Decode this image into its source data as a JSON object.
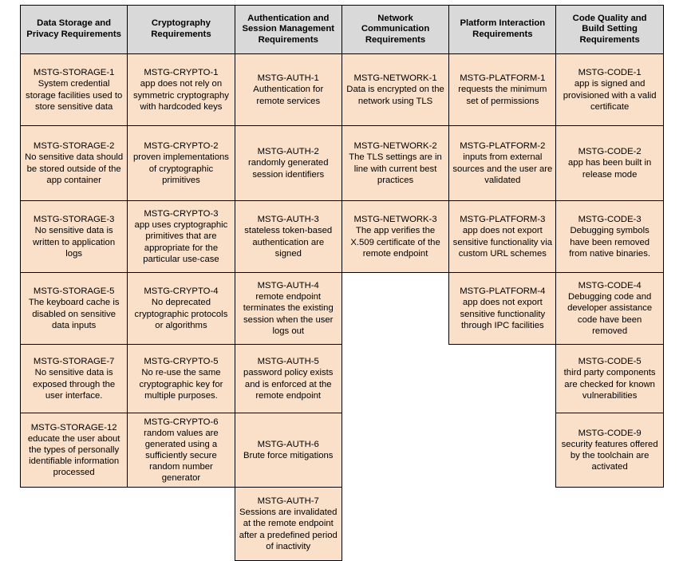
{
  "meta": {
    "colors": {
      "header_bg": "#d9d9d9",
      "cell_bg": "#fae0c8",
      "border": "#000000",
      "text": "#000000",
      "page_bg": "#ffffff"
    }
  },
  "table": {
    "columns": [
      {
        "name": "data-storage-and-privacy",
        "header": "Data Storage and Privacy Requirements",
        "header_lines": [
          "Data Storage and",
          "Privacy Requirements"
        ],
        "cells": [
          {
            "id": "MSTG-STORAGE-1",
            "text": "System credential storage facilities used to store sensitive data",
            "height": 90
          },
          {
            "id": "MSTG-STORAGE-2",
            "text": "No sensitive data should be stored outside of the app container",
            "height": 94
          },
          {
            "id": "MSTG-STORAGE-3",
            "text": "No sensitive data is written to application logs",
            "height": 90
          },
          {
            "id": "MSTG-STORAGE-5",
            "text": "The keyboard cache is disabled on sensitive data inputs",
            "height": 90
          },
          {
            "id": "MSTG-STORAGE-7",
            "text": "No sensitive data is exposed through the user interface.",
            "height": 86
          },
          {
            "id": "MSTG-STORAGE-12",
            "text": "educate the user about the types of personally identifiable information processed",
            "height": 93
          }
        ]
      },
      {
        "name": "cryptography",
        "header": "Cryptography Requirements",
        "header_lines": [
          "Cryptography",
          "Requirements"
        ],
        "cells": [
          {
            "id": "MSTG-CRYPTO-1",
            "text": "app does not rely on symmetric cryptography with hardcoded keys",
            "height": 90
          },
          {
            "id": "MSTG-CRYPTO-2",
            "text": "proven implementations of cryptographic primitives",
            "height": 94
          },
          {
            "id": "MSTG-CRYPTO-3",
            "text": "app uses cryptographic primitives that are appropriate for the particular use-case",
            "height": 90
          },
          {
            "id": "MSTG-CRYPTO-4",
            "text": "No deprecated cryptographic protocols or algorithms",
            "height": 90
          },
          {
            "id": "MSTG-CRYPTO-5",
            "text": "No re-use the same cryptographic key for multiple purposes.",
            "height": 86
          },
          {
            "id": "MSTG-CRYPTO-6",
            "text": "random values are generated using a sufficiently secure random number generator",
            "height": 93
          }
        ]
      },
      {
        "name": "authentication-and-session-management",
        "header": "Authentication and Session Management Requirements",
        "header_lines": [
          "Authentication and",
          "Session Management",
          "Requirements"
        ],
        "cells": [
          {
            "id": "MSTG-AUTH-1",
            "text": "Authentication for remote services",
            "height": 90
          },
          {
            "id": "MSTG-AUTH-2",
            "text": "randomly generated session identifiers",
            "height": 94
          },
          {
            "id": "MSTG-AUTH-3",
            "text": "stateless token-based authentication are signed",
            "height": 90
          },
          {
            "id": "MSTG-AUTH-4",
            "text": "remote endpoint terminates the existing session when the user logs out",
            "height": 90
          },
          {
            "id": "MSTG-AUTH-5",
            "text": "password policy exists and is enforced at the remote endpoint",
            "height": 86
          },
          {
            "id": "MSTG-AUTH-6",
            "text": "Brute force mitigations",
            "height": 93
          },
          {
            "id": "MSTG-AUTH-7",
            "text": "Sessions are invalidated at the remote endpoint after a predefined period of inactivity",
            "height": 92
          }
        ]
      },
      {
        "name": "network-communication",
        "header": "Network Communication Requirements",
        "header_lines": [
          "Network",
          "Communication",
          "Requirements"
        ],
        "cells": [
          {
            "id": "MSTG-NETWORK-1",
            "text": "Data is encrypted on the network using TLS",
            "height": 90
          },
          {
            "id": "MSTG-NETWORK-2",
            "text": "The TLS settings are in line with current best practices",
            "height": 94
          },
          {
            "id": "MSTG-NETWORK-3",
            "text": "The app verifies the X.509 certificate of the remote endpoint",
            "height": 90
          }
        ]
      },
      {
        "name": "platform-interaction",
        "header": "Platform Interaction Requirements",
        "header_lines": [
          "Platform Interaction",
          "Requirements"
        ],
        "cells": [
          {
            "id": "MSTG-PLATFORM-1",
            "text": "requests the minimum set of permissions",
            "height": 90
          },
          {
            "id": "MSTG-PLATFORM-2",
            "text": "inputs from external sources and the user are validated",
            "height": 94
          },
          {
            "id": "MSTG-PLATFORM-3",
            "text": "app does not export sensitive functionality via custom URL schemes",
            "height": 90
          },
          {
            "id": "MSTG-PLATFORM-4",
            "text": "app does not export sensitive functionality through IPC facilities",
            "height": 90
          }
        ]
      },
      {
        "name": "code-quality-and-build-setting",
        "header": "Code Quality and Build Setting Requirements",
        "header_lines": [
          "Code Quality and",
          "Build Setting",
          "Requirements"
        ],
        "cells": [
          {
            "id": "MSTG-CODE-1",
            "text": "app is signed and provisioned with a valid certificate",
            "height": 90
          },
          {
            "id": "MSTG-CODE-2",
            "text": "app has been built in release mode",
            "height": 94
          },
          {
            "id": "MSTG-CODE-3",
            "text": "Debugging symbols have been removed from native binaries.",
            "height": 90
          },
          {
            "id": "MSTG-CODE-4",
            "text": "Debugging code and developer assistance code have been removed",
            "height": 90
          },
          {
            "id": "MSTG-CODE-5",
            "text": "third party components are checked for known vulnerabilities",
            "height": 86
          },
          {
            "id": "MSTG-CODE-9",
            "text": "security features offered by the toolchain are activated",
            "height": 93
          }
        ]
      }
    ]
  }
}
